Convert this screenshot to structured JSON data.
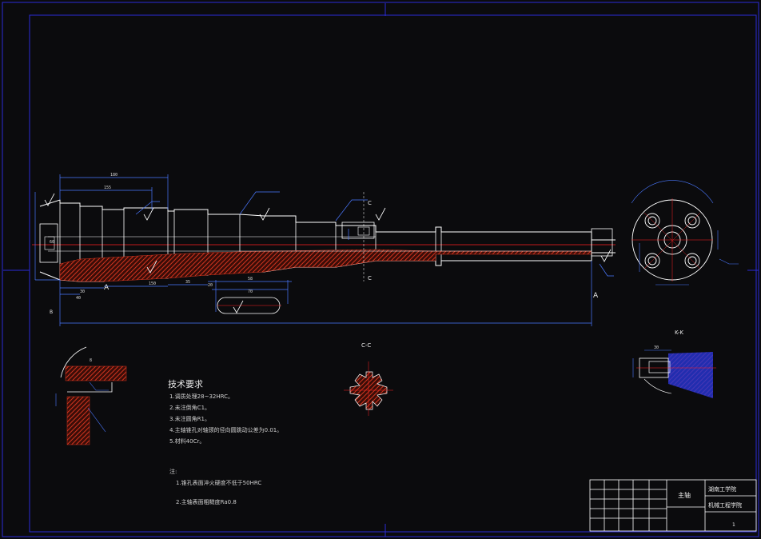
{
  "colors": {
    "background": "#0b0b0d",
    "frame": "#2b2bd6",
    "outline": "#ffffff",
    "hatch": "#c0311d",
    "centerline": "#ff2020",
    "dim_line": "#4a78ff",
    "text": "#e8e8e8"
  },
  "section_labels": {
    "c_top": "C",
    "c_bottom": "C",
    "a_left": "A",
    "a_right": "A",
    "b_left": "B",
    "cc_view": "C-C",
    "kk_view": "K-K"
  },
  "dimensions": {
    "top_overall": "180",
    "top_second": "155",
    "d_a": "150",
    "d_b": "35",
    "d_c": "70",
    "d_d": "58",
    "d_e": "30",
    "d_f": "40",
    "d_g": "60",
    "d_h": "20",
    "kk_width": "30",
    "detail_d": "8"
  },
  "notes": {
    "heading": "技术要求",
    "line1": "1.调质处理28~32HRC。",
    "line2": "2.未注倒角C1。",
    "line3": "3.未注圆角R1。",
    "line4": "4.主轴锥孔对轴颈的径向圆跳动公差为0.01。",
    "line5": "5.材料40Cr。",
    "sub_heading": "注:",
    "sub1": "1.锥孔表面淬火硬度不低于50HRC",
    "sub2": "2.主轴表面粗糙度Ra0.8"
  },
  "title_block": {
    "part_name": "主轴",
    "org_line1": "湖南工学院",
    "org_line2": "机械工程学院",
    "sheet": "1"
  }
}
